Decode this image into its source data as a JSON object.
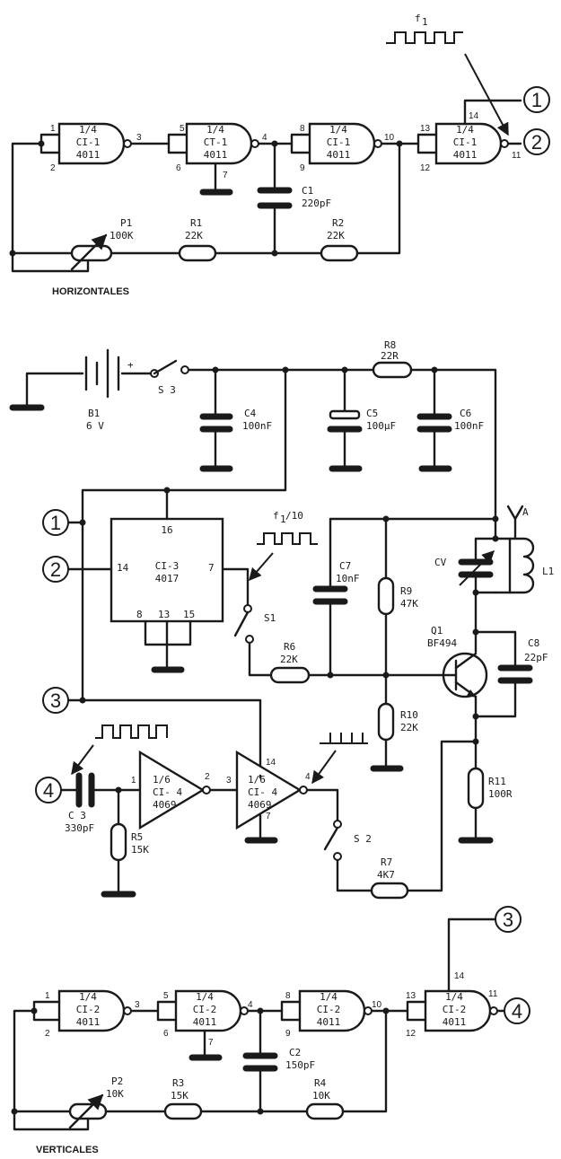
{
  "horizontal": {
    "title": "HORIZONTALES",
    "gates": [
      {
        "frac": "1/4",
        "name": "CI-1",
        "type": "4011",
        "in_a": "1",
        "in_b": "2",
        "out": "3"
      },
      {
        "frac": "1/4",
        "name": "CT-1",
        "type": "4011",
        "in_a": "5",
        "in_b": "6",
        "out": "4",
        "gnd": "7"
      },
      {
        "frac": "1/4",
        "name": "CI-1",
        "type": "4011",
        "in_a": "8",
        "in_b": "9",
        "out": "10"
      },
      {
        "frac": "1/4",
        "name": "CI-1",
        "type": "4011",
        "in_a": "13",
        "in_b": "12",
        "out": "11",
        "vcc": "14"
      }
    ],
    "c1": {
      "name": "C1",
      "value": "220pF"
    },
    "p1": {
      "name": "P1",
      "value": "100K"
    },
    "r1": {
      "name": "R1",
      "value": "22K"
    },
    "r2": {
      "name": "R2",
      "value": "22K"
    },
    "freq": "f",
    "freq_sub": "1",
    "node_1": "1",
    "node_2": "2"
  },
  "main": {
    "b1": {
      "name": "B1",
      "value": "6 V",
      "plus": "+"
    },
    "s3": "S 3",
    "c4": {
      "name": "C4",
      "value": "100nF"
    },
    "c5": {
      "name": "C5",
      "value": "100µF"
    },
    "c6": {
      "name": "C6",
      "value": "100nF"
    },
    "r8": {
      "name": "R8",
      "value": "22R"
    },
    "ci3": {
      "name": "CI-3",
      "type": "4017",
      "p16": "16",
      "p14": "14",
      "p7": "7",
      "p8": "8",
      "p13": "13",
      "p15": "15"
    },
    "f10": "f",
    "f10_sub": "1",
    "f10_tail": "/10",
    "s1": "S1",
    "r6": {
      "name": "R6",
      "value": "22K"
    },
    "c7": {
      "name": "C7",
      "value": "10nF"
    },
    "r9": {
      "name": "R9",
      "value": "47K"
    },
    "r10": {
      "name": "R10",
      "value": "22K"
    },
    "antenna": "A",
    "cv": "CV",
    "l1": "L1",
    "q1": {
      "name": "Q1",
      "type": "BF494"
    },
    "c8": {
      "name": "C8",
      "value": "22pF"
    },
    "r11": {
      "name": "R11",
      "value": "100R"
    },
    "c3": {
      "name": "C 3",
      "value": "330pF"
    },
    "r5": {
      "name": "R5",
      "value": "15K"
    },
    "inv1": {
      "frac": "1/6",
      "name": "CI- 4",
      "type": "4069",
      "in": "1",
      "out": "2"
    },
    "inv2": {
      "frac": "1/6",
      "name": "CI- 4",
      "type": "4069",
      "in": "3",
      "out": "4",
      "vcc": "14",
      "gnd": "7"
    },
    "s2": "S 2",
    "r7": {
      "name": "R7",
      "value": "4K7"
    },
    "node_1": "1",
    "node_2": "2",
    "node_3": "3",
    "node_4": "4"
  },
  "vertical": {
    "title": "VERTICALES",
    "gates": [
      {
        "frac": "1/4",
        "name": "CI-2",
        "type": "4011",
        "in_a": "1",
        "in_b": "2",
        "out": "3"
      },
      {
        "frac": "1/4",
        "name": "CI-2",
        "type": "4011",
        "in_a": "5",
        "in_b": "6",
        "out": "4",
        "gnd": "7"
      },
      {
        "frac": "1/4",
        "name": "CI-2",
        "type": "4011",
        "in_a": "8",
        "in_b": "9",
        "out": "10"
      },
      {
        "frac": "1/4",
        "name": "CI-2",
        "type": "4011",
        "in_a": "13",
        "in_b": "12",
        "out": "11",
        "vcc": "14"
      }
    ],
    "c2": {
      "name": "C2",
      "value": "150pF"
    },
    "p2": {
      "name": "P2",
      "value": "10K"
    },
    "r3": {
      "name": "R3",
      "value": "15K"
    },
    "r4": {
      "name": "R4",
      "value": "10K"
    },
    "node_3": "3",
    "node_4": "4"
  }
}
